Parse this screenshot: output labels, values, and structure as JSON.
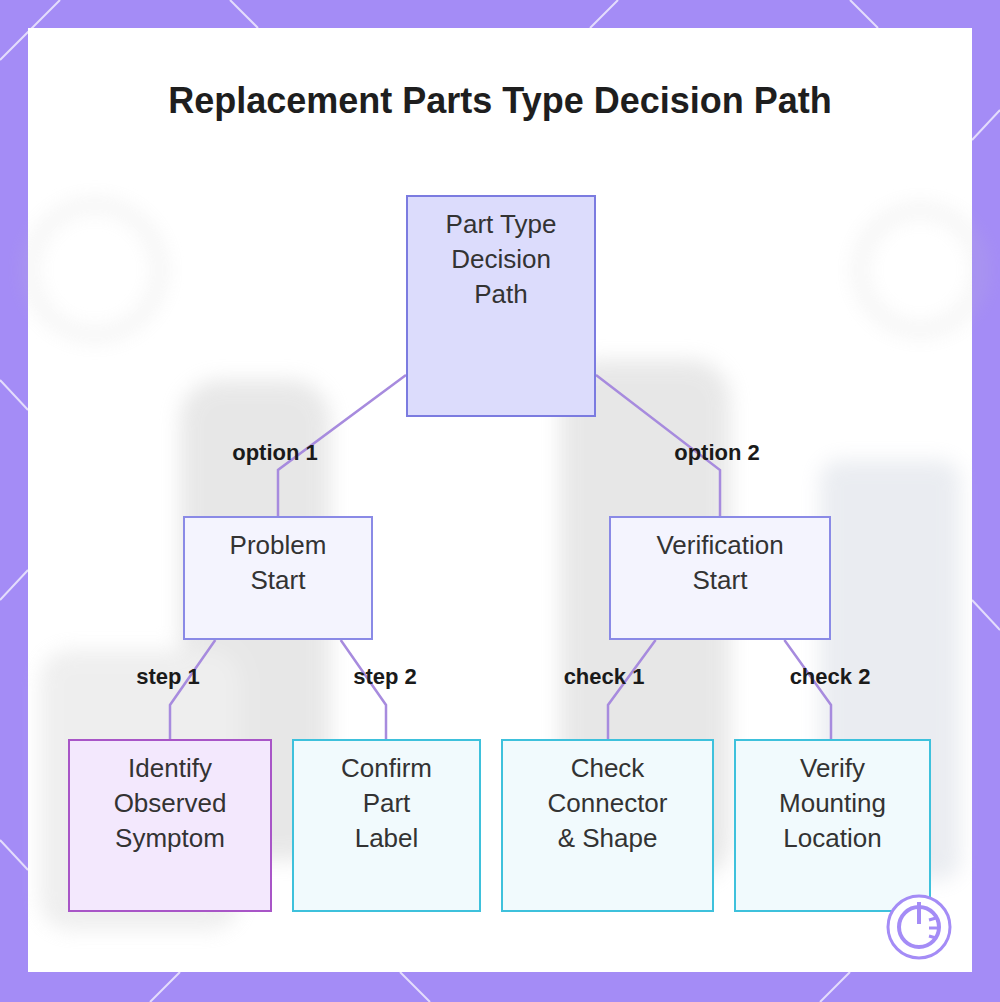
{
  "diagram": {
    "title": "Replacement Parts Type Decision Path",
    "nodes": [
      {
        "text": [
          "Part Type Decision Path"
        ]
      },
      {
        "text": [
          "Problem Start"
        ]
      },
      {
        "text": [
          "Verification Start"
        ]
      },
      {
        "text": [
          "Identify Observed Symptom"
        ]
      },
      {
        "text": [
          "Confirm Part Label"
        ]
      },
      {
        "text": [
          "Check Connector & Shape"
        ]
      },
      {
        "text": [
          "Verify Mounting Location"
        ]
      }
    ],
    "edges": [
      {
        "from": 0,
        "to": 1,
        "label": "option 1",
        "arrow": "none"
      },
      {
        "from": 0,
        "to": 2,
        "label": "option 2",
        "arrow": "none"
      },
      {
        "from": 1,
        "to": 3,
        "label": "step 1",
        "arrow": "none"
      },
      {
        "from": 1,
        "to": 4,
        "label": "step 2",
        "arrow": "none"
      },
      {
        "from": 2,
        "to": 5,
        "label": "check 1",
        "arrow": "none"
      },
      {
        "from": 2,
        "to": 6,
        "label": "check 2",
        "arrow": "none"
      }
    ]
  }
}
